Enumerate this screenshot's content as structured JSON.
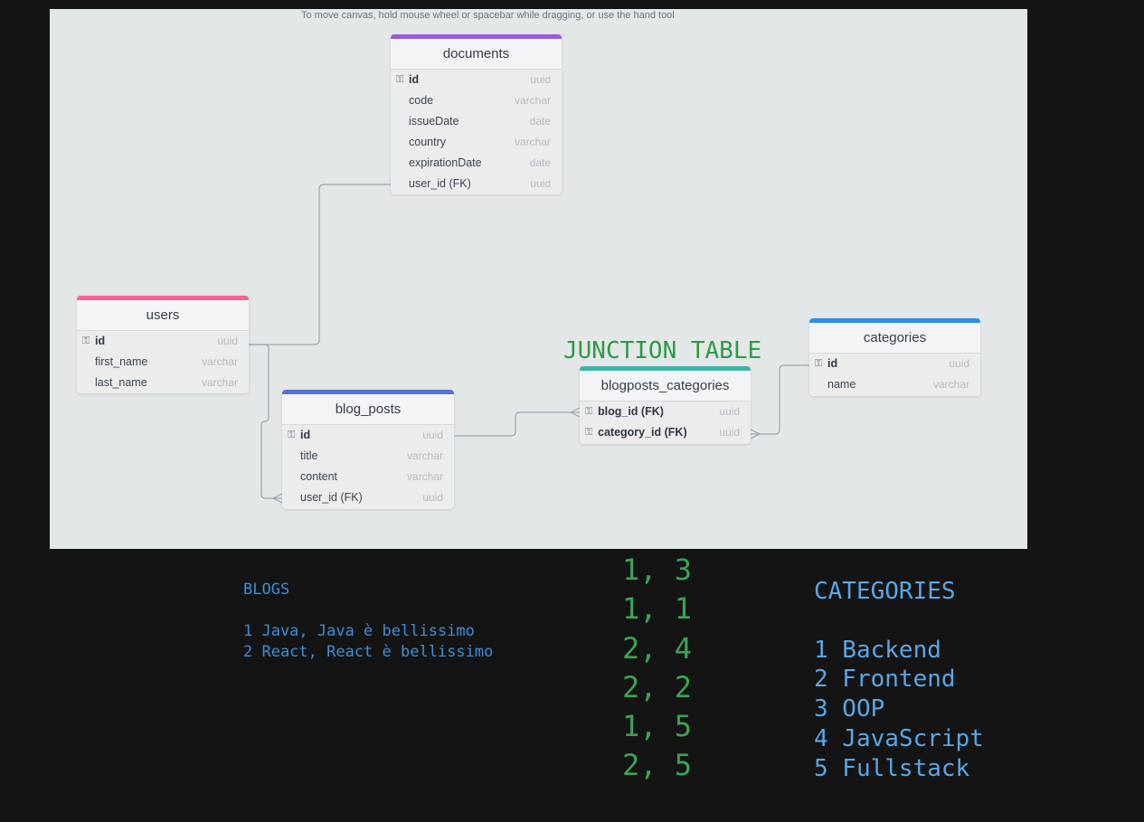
{
  "canvas": {
    "hint": "To move canvas, hold mouse wheel or spacebar while dragging, or use the hand tool",
    "junction_label": "JUNCTION TABLE"
  },
  "tables": {
    "documents": {
      "name": "documents",
      "color": "#9b59e0",
      "fields": [
        {
          "name": "id",
          "type": "uuid",
          "pk": true
        },
        {
          "name": "code",
          "type": "varchar"
        },
        {
          "name": "issueDate",
          "type": "date"
        },
        {
          "name": "country",
          "type": "varchar"
        },
        {
          "name": "expirationDate",
          "type": "date"
        },
        {
          "name": "user_id (FK)",
          "type": "uuid"
        }
      ]
    },
    "users": {
      "name": "users",
      "color": "#f0649a",
      "fields": [
        {
          "name": "id",
          "type": "uuid",
          "pk": true
        },
        {
          "name": "first_name",
          "type": "varchar"
        },
        {
          "name": "last_name",
          "type": "varchar"
        }
      ]
    },
    "blog_posts": {
      "name": "blog_posts",
      "color": "#5b6fd8",
      "fields": [
        {
          "name": "id",
          "type": "uuid",
          "pk": true
        },
        {
          "name": "title",
          "type": "varchar"
        },
        {
          "name": "content",
          "type": "varchar"
        },
        {
          "name": "user_id (FK)",
          "type": "uuid"
        }
      ]
    },
    "blogposts_categories": {
      "name": "blogposts_categories",
      "color": "#3fb3a3",
      "fields": [
        {
          "name": "blog_id (FK)",
          "type": "uuid",
          "pk": true
        },
        {
          "name": "category_id (FK)",
          "type": "uuid",
          "pk": true
        }
      ]
    },
    "categories": {
      "name": "categories",
      "color": "#2f8ee8",
      "fields": [
        {
          "name": "id",
          "type": "uuid",
          "pk": true
        },
        {
          "name": "name",
          "type": "varchar"
        }
      ]
    }
  },
  "notes": {
    "blogs": {
      "heading": "BLOGS",
      "items": [
        "1 Java, Java è bellissimo",
        "2 React, React è bellissimo"
      ]
    },
    "pairs": [
      "1, 3",
      "1, 1",
      "2, 4",
      "2, 2",
      "1, 5",
      "2, 5"
    ],
    "categories": {
      "heading": "CATEGORIES",
      "items": [
        "1 Backend",
        "2 Frontend",
        "3 OOP",
        "4 JavaScript",
        "5 Fullstack"
      ]
    }
  }
}
